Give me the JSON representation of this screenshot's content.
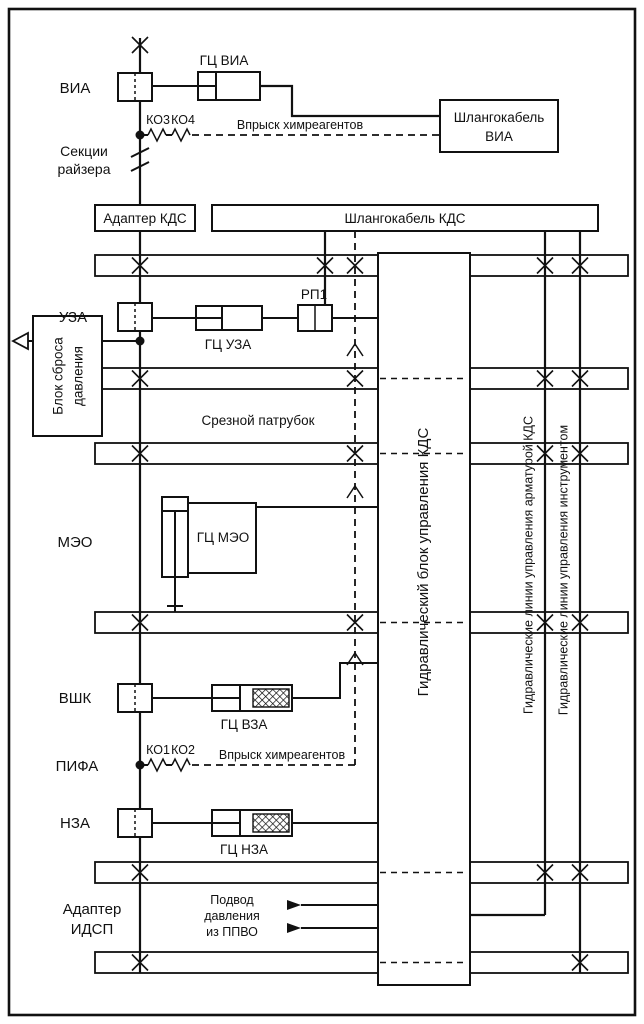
{
  "colors": {
    "line": "#111111",
    "background": "#ffffff"
  },
  "labels": {
    "via": "ВИА",
    "gc_via": "ГЦ ВИА",
    "ko3": "КО3",
    "ko4": "КО4",
    "injection_top": "Впрыск химреагентов",
    "hose_via": [
      "Шлангокабель",
      "ВИА"
    ],
    "riser": [
      "Секции",
      "райзера"
    ],
    "adapter_kds": "Адаптер КДС",
    "hose_kds": "Шлангокабель КДС",
    "uza": "УЗА",
    "gc_uza": "ГЦ УЗА",
    "rp1": "РП1",
    "relief_block": [
      "Блок сброса",
      "давления"
    ],
    "shear_spool": "Срезной патрубок",
    "meo": "МЭО",
    "gc_meo": "ГЦ МЭО",
    "vshk": "ВШК",
    "gc_vza": "ГЦ ВЗА",
    "ko1": "КО1",
    "ko2": "КО2",
    "injection_bottom": "Впрыск химреагентов",
    "pifa": "ПИФА",
    "nza": "НЗА",
    "gc_nza": "ГЦ НЗА",
    "adapter_idsp": [
      "Адаптер",
      "ИДСП"
    ],
    "ppvo": [
      "Подвод",
      "давления",
      "из ППВО"
    ],
    "control_block": "Гидравлический блок управления КДС",
    "lines_armature": "Гидравлические линии управления арматурой КДС",
    "lines_instrument": "Гидравлические линии управления инструментом"
  }
}
